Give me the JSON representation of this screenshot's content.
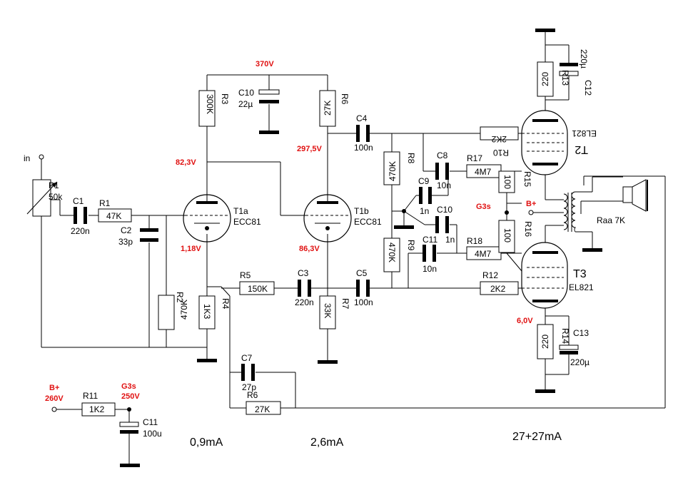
{
  "labels": {
    "in": "in",
    "p1_name": "P1",
    "p1_val": "50k",
    "c1_name": "C1",
    "c1_val": "220n",
    "r1_name": "R1",
    "r1_val": "47K",
    "c2_name": "C2",
    "c2_val": "33p",
    "r2_name": "R2",
    "r2_val": "470K",
    "r3_name": "R3",
    "r3_val": "300K",
    "r4_name": "R4",
    "r4_val": "1K3",
    "r5_name": "R5",
    "r5_val": "150K",
    "c3_name": "C3",
    "c3_val": "220n",
    "c10_name": "C10",
    "c10_val": "22µ",
    "r6_name": "R6",
    "r6_val": "27K",
    "r7_name": "R7",
    "r7_val": "33K",
    "c4_name": "C4",
    "c4_val": "100n",
    "c5_name": "C5",
    "c5_val": "100n",
    "r8_name": "R8",
    "r8_val": "470K",
    "r9_name": "R9",
    "r9_val": "470K",
    "c8_name": "C8",
    "c8_val": "10n",
    "c9_name": "C9",
    "c9_val": "1n",
    "c10b_name": "C10",
    "c10b_val": "1n",
    "c11b_name": "C11",
    "c11b_val": "10n",
    "r17_name": "R17",
    "r17_val": "4M7",
    "r18_name": "R18",
    "r18_val": "4M7",
    "r10_name": "R10",
    "r10_val": "2K2",
    "r12_name": "R12",
    "r12_val": "2K2",
    "r15_name": "R15",
    "r15_val": "100",
    "r16_name": "R16",
    "r16_val": "100",
    "r13_name": "R13",
    "r13_val": "220",
    "c12_name": "C12",
    "c12_val": "220µ",
    "r14_name": "R14",
    "r14_val": "220",
    "c13_name": "C13",
    "c13_val": "220µ",
    "t1a_name": "T1a",
    "t1a_type": "ECC81",
    "t1b_name": "T1b",
    "t1b_type": "ECC81",
    "t2_name": "T2",
    "t2_type": "EL821",
    "t3_name": "T3",
    "t3_type": "EL821",
    "c7_name": "C7",
    "c7_val": "27p",
    "r6b_name": "R6",
    "r6b_val": "27K",
    "raa": "Raa 7K",
    "r11_name": "R11",
    "r11_val": "1K2",
    "c11_name": "C11",
    "c11_val": "100u",
    "bplus_mid": "B+",
    "g3s_mid": "G3s"
  },
  "voltages": {
    "v370": "370V",
    "v823": "82,3V",
    "v2975": "297,5V",
    "v118": "1,18V",
    "v863": "86,3V",
    "v60": "6,0V",
    "bplus": "B+",
    "v260": "260V",
    "g3s": "G3s",
    "v250": "250V"
  },
  "currents": {
    "i1": "0,9mA",
    "i2": "2,6mA",
    "i3": "27+27mA"
  },
  "colors": {
    "voltage": "#e01010",
    "ink": "#000000"
  }
}
